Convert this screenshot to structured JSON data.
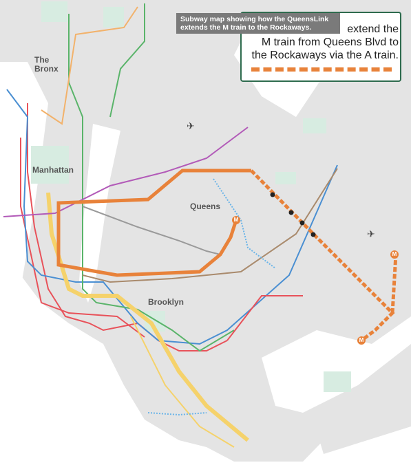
{
  "tooltip": {
    "text": "Subway map showing how the QueensLink extends the M train to the Rockaways."
  },
  "legend": {
    "text_lines": [
      "extend the",
      "M train from Queens Blvd to",
      "the Rockaways via the A train."
    ]
  },
  "labels": {
    "bronx_line1": "The",
    "bronx_line2": "Bronx",
    "manhattan": "Manhattan",
    "queens": "Queens",
    "brooklyn": "Brooklyn"
  },
  "markers": {
    "m_label": "M"
  },
  "icons": {
    "airport": "airplane-icon"
  },
  "colors": {
    "water": "#ffffff",
    "land": "#e4e4e4",
    "park": "#d7ece1",
    "orange_route": "#e8823a",
    "legend_border": "#2e6b4e"
  }
}
